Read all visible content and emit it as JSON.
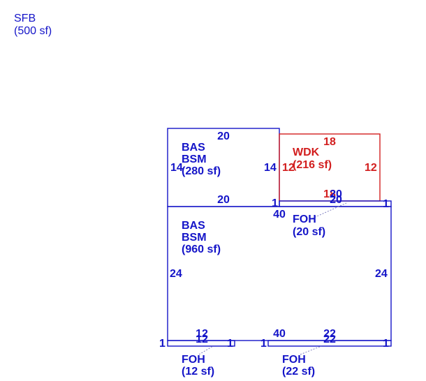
{
  "colors": {
    "blue": "#1414c8",
    "red": "#d21e1e",
    "leader": "#8080c0"
  },
  "summary": {
    "code": "SFB",
    "area": "(500 sf)"
  },
  "areas": {
    "bsm_upper": {
      "code1": "BAS",
      "code2": "BSM",
      "area": "(280 sf)"
    },
    "wdk": {
      "code": "WDK",
      "area": "(216 sf)"
    },
    "foh_right_top": {
      "code": "FOH",
      "area": "(20 sf)"
    },
    "bsm_main": {
      "code1": "BAS",
      "code2": "BSM",
      "area": "(960 sf)"
    },
    "foh_bottom_left": {
      "code": "FOH",
      "area": "(12 sf)"
    },
    "foh_bottom_right": {
      "code": "FOH",
      "area": "(22 sf)"
    }
  },
  "dimensions": {
    "upper_top": "20",
    "upper_left": "14",
    "upper_right": "14",
    "upper_bottom": "20",
    "wdk_top": "18",
    "wdk_left": "12",
    "wdk_right": "12",
    "wdk_bottom_a": "18",
    "wdk_bottom_b": "20",
    "wdk_bottom_c": "20",
    "joint_left": "1",
    "joint_right": "1",
    "main_top": "40",
    "main_left": "24",
    "main_right": "24",
    "main_bottom": "40",
    "foh_left_top": "12",
    "foh_left_bottom": "12",
    "foh_left_end_l": "1",
    "foh_left_end_r": "1",
    "foh_right_top_dim": "22",
    "foh_right_bottom_dim": "22",
    "foh_right_end_l": "1",
    "foh_right_end_r": "1"
  }
}
